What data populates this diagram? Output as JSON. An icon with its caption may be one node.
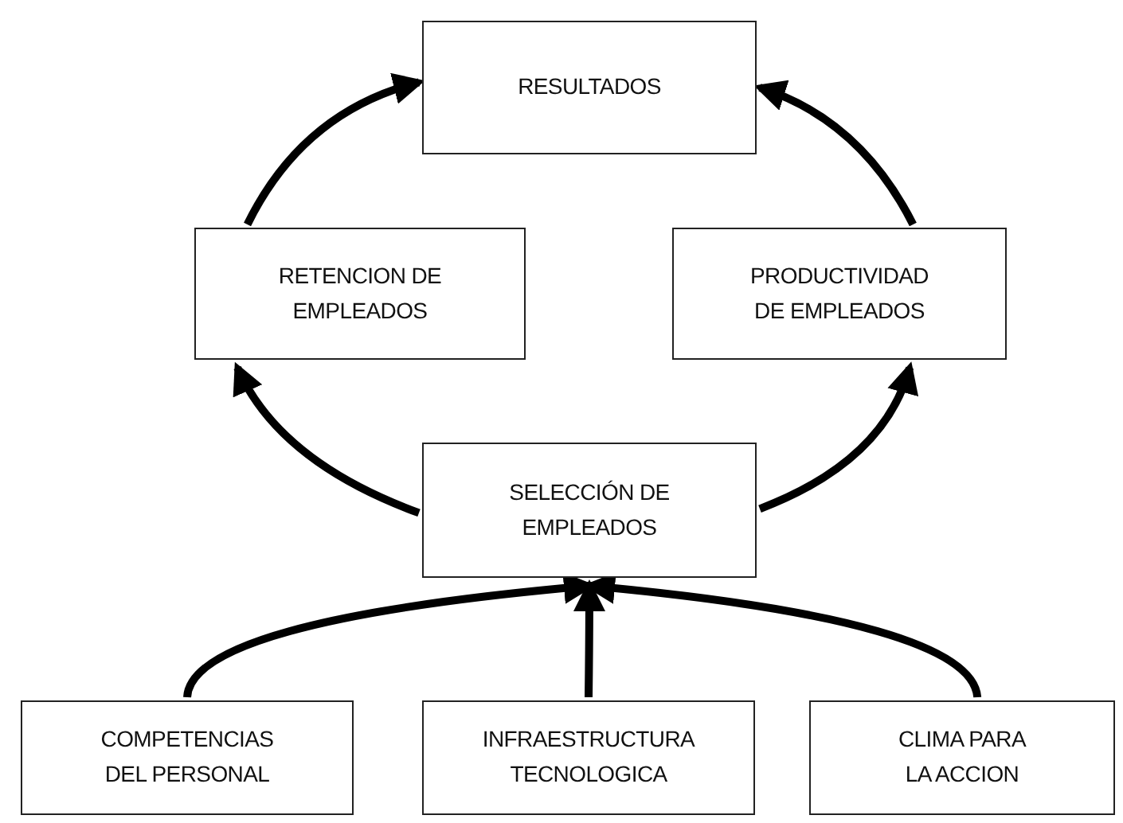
{
  "diagram": {
    "nodes": [
      {
        "text": [
          "RESULTADOS"
        ]
      },
      {
        "text": [
          "RETENCION DE EMPLEADOS"
        ]
      },
      {
        "text": [
          "PRODUCTIVIDAD DE EMPLEADOS"
        ]
      },
      {
        "text": [
          "SELECCIÓN DE EMPLEADOS"
        ]
      },
      {
        "text": [
          "COMPETENCIAS DEL PERSONAL"
        ]
      },
      {
        "text": [
          "INFRAESTRUCTURA TECNOLOGICA"
        ]
      },
      {
        "text": [
          "CLIMA PARA LA ACCION"
        ]
      }
    ],
    "edges": [
      {
        "from": 3,
        "to": 1,
        "arrow": "to"
      },
      {
        "from": 3,
        "to": 2,
        "arrow": "to"
      },
      {
        "from": 1,
        "to": 0,
        "arrow": "to"
      },
      {
        "from": 2,
        "to": 0,
        "arrow": "to"
      },
      {
        "from": 4,
        "to": 3,
        "arrow": "to"
      },
      {
        "from": 5,
        "to": 3,
        "arrow": "to"
      },
      {
        "from": 6,
        "to": 3,
        "arrow": "to"
      }
    ]
  }
}
